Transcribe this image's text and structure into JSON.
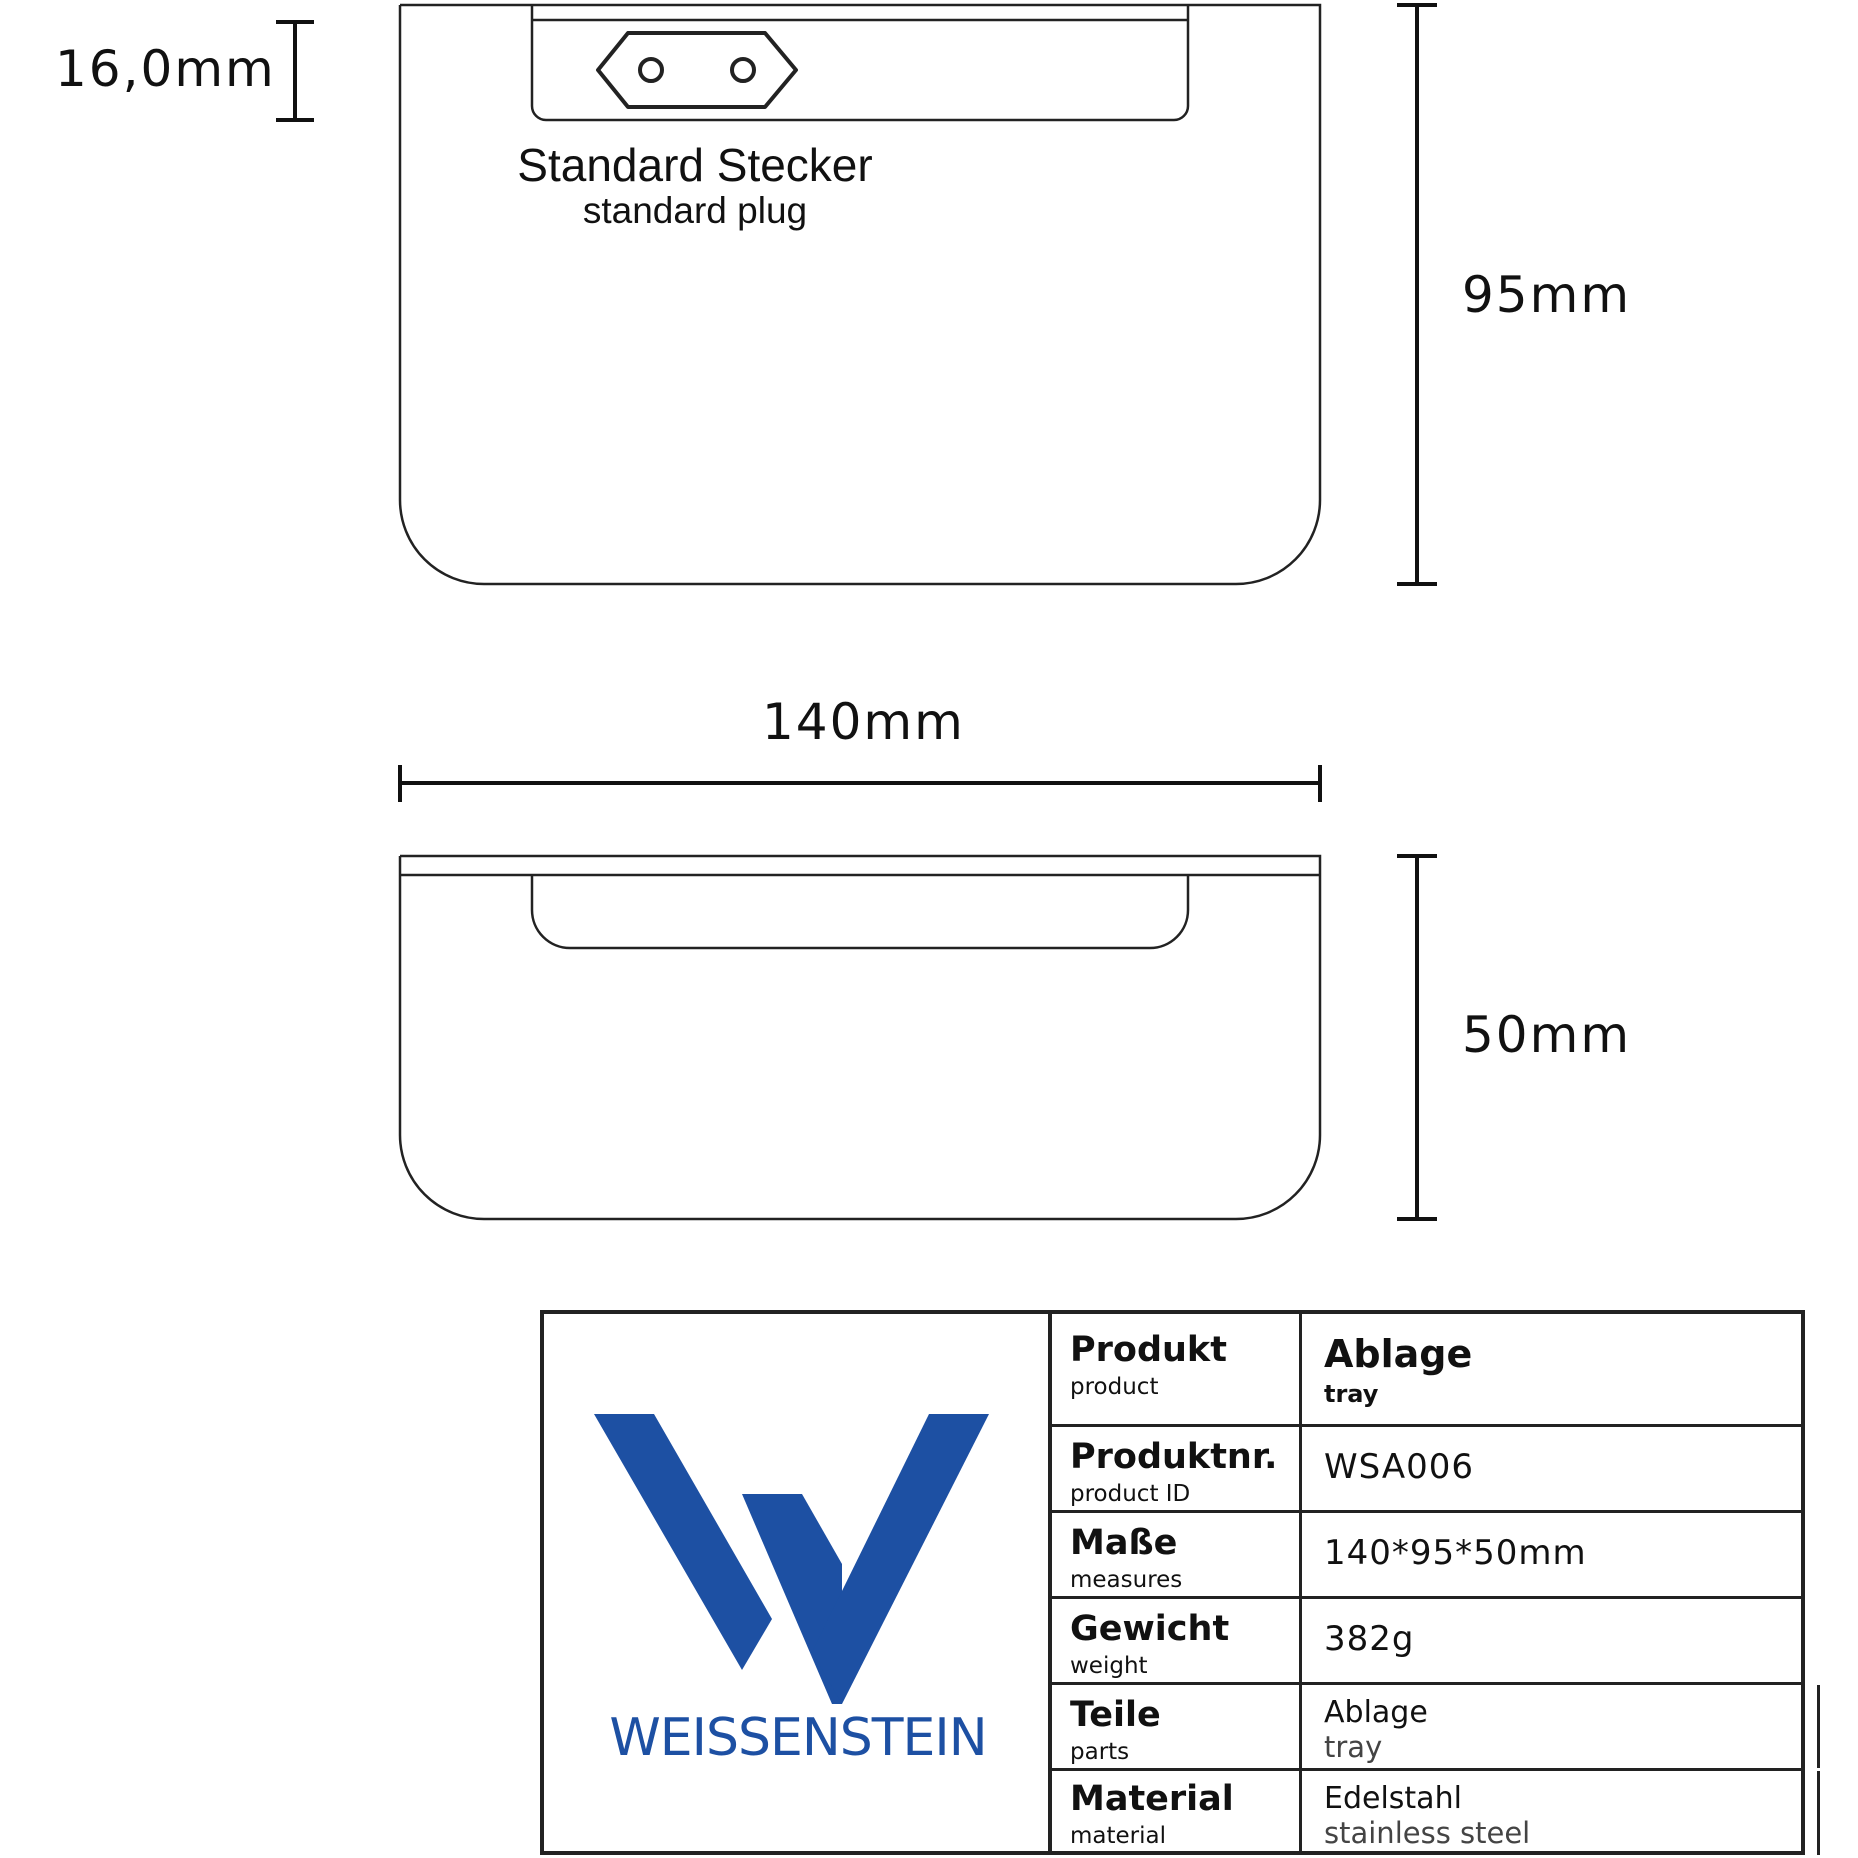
{
  "dimensions": {
    "plug_depth": "16,0mm",
    "depth": "95mm",
    "width": "140mm",
    "height": "50mm"
  },
  "plug_label": {
    "de": "Standard Stecker",
    "en": "standard plug"
  },
  "brand": {
    "name": "WEISSENSTEIN",
    "color": "#1d50a3"
  },
  "spec_table": {
    "rows": [
      {
        "label": "Produkt",
        "label_en": "product",
        "value": "Ablage",
        "value_en": "tray"
      },
      {
        "label": "Produktnr.",
        "label_en": "product ID",
        "value": "WSA006"
      },
      {
        "label": "Maße",
        "label_en": "measures",
        "value": "140*95*50mm"
      },
      {
        "label": "Gewicht",
        "label_en": "weight",
        "value": "382g"
      },
      {
        "label": "Teile",
        "label_en": "parts",
        "value": "Ablage",
        "value_en": "tray"
      },
      {
        "label": "Material",
        "label_en": "material",
        "value": "Edelstahl",
        "value_en": "stainless steel"
      }
    ]
  }
}
